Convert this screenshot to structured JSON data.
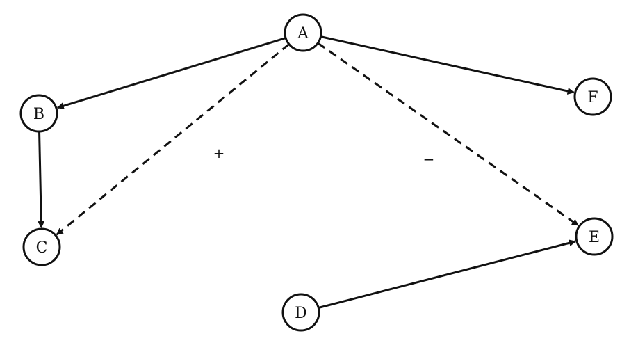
{
  "nodes": [
    {
      "id": "A",
      "label": "A"
    },
    {
      "id": "B",
      "label": "B"
    },
    {
      "id": "C",
      "label": "C"
    },
    {
      "id": "D",
      "label": "D"
    },
    {
      "id": "E",
      "label": "E"
    },
    {
      "id": "F",
      "label": "F"
    }
  ],
  "edges": [
    {
      "from": "A",
      "to": "B",
      "style": "solid"
    },
    {
      "from": "A",
      "to": "F",
      "style": "solid"
    },
    {
      "from": "B",
      "to": "C",
      "style": "solid"
    },
    {
      "from": "A",
      "to": "C",
      "style": "dashed",
      "sign": "+"
    },
    {
      "from": "A",
      "to": "E",
      "style": "dashed",
      "sign": "−"
    },
    {
      "from": "D",
      "to": "E",
      "style": "solid"
    }
  ],
  "colors": {
    "stroke": "#111111",
    "node_fill": "#ffffff",
    "background": "#ffffff"
  }
}
